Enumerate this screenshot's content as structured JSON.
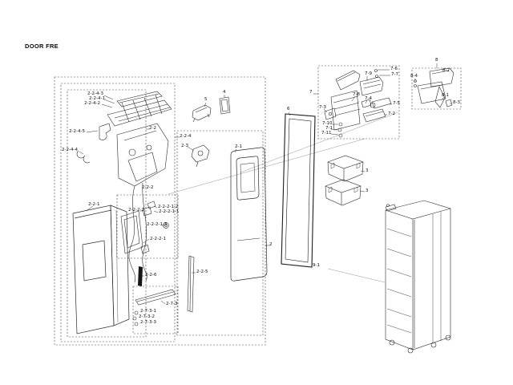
{
  "title": "DOOR FRE",
  "colors": {
    "line": "#2a2a2a",
    "dashed_box": "#4a4a4a",
    "label_text": "#111111",
    "background": "#ffffff"
  },
  "callouts": {
    "c2": "2",
    "c2_1": "2-1",
    "c2_2": "2-2",
    "c2_3": "2-3",
    "c2_2_1": "2-2-1",
    "c2_2_2": "2-2-2",
    "c2_2_2_1": "2-2-2-1",
    "c2_2_2_2": "2-2-2-2",
    "c2_2_2_1_1": "2-2-2-1-1",
    "c2_2_2_1_2": "2-2-2-1-2",
    "c2_2_2_1_3": "2-2-2-1-3",
    "c2_2_4": "2-2-4",
    "c2_2_4_1": "2-2-4-1",
    "c2_2_4_2": "2-2-4-2",
    "c2_2_4_3": "2-2-4-3",
    "c2_2_4_4": "2-2-4-4",
    "c2_2_4_5": "2-2-4-5",
    "c2_2_5": "2-2-5",
    "c2_2_6": "2-2-6",
    "c2_7_3": "2-7-3",
    "c2_7_3_1": "2-7-3-1",
    "c2_7_3_2": "2-7-3-2",
    "c2_7_3_3": "2-7-3-3",
    "c3a": "3",
    "c3b": "3",
    "c4": "4",
    "c5": "5",
    "c6": "6",
    "c7": "7",
    "c7_1": "7-1",
    "c7_2": "7-2",
    "c7_3": "7-3",
    "c7_4": "7-4",
    "c7_5": "7-5",
    "c7_6": "7-6",
    "c7_7": "7-7",
    "c7_8": "7-8",
    "c7_9": "7-9",
    "c7_10": "7-10",
    "c7_11": "7-11",
    "c8": "8",
    "c8_1": "8-1",
    "c8_2": "8-2",
    "c8_3": "8-3",
    "c8_4": "8-4",
    "c9_1": "9-1"
  }
}
